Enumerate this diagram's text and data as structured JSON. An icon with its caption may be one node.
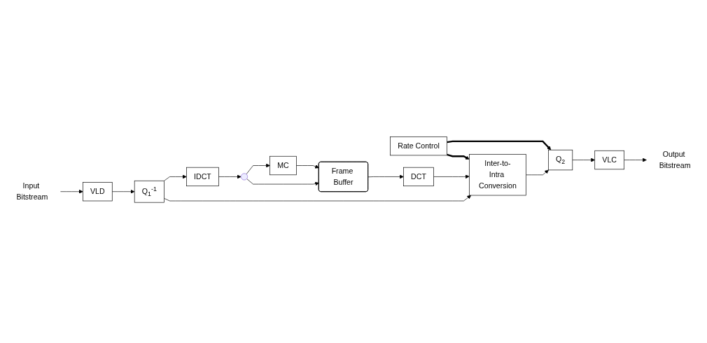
{
  "diagram": {
    "nodes": [
      {
        "text": [
          "Input Bitstream"
        ]
      },
      {
        "text": [
          "VLD"
        ]
      },
      {
        "text": [
          "Q$_{1}$$^{-1}$"
        ]
      },
      {
        "text": [
          "Rate Control"
        ]
      },
      {
        "text": [
          "Inter-to-Intra Conversion"
        ]
      },
      {
        "text": [
          "Q$_{2}$"
        ]
      },
      {
        "text": [
          "VLC"
        ]
      },
      {
        "text": [
          "Output Bitstream"
        ]
      },
      {
        "text": [
          "IDCT"
        ]
      },
      {
        "text": [
          "DCT"
        ]
      },
      {
        "text": [],
        "shape": "circle"
      },
      {
        "text": [
          "Frame Buffer"
        ]
      },
      {
        "text": [
          "MC"
        ]
      }
    ],
    "edges": [
      {
        "from": 0,
        "to": 1,
        "arrow": "to"
      },
      {
        "from": 1,
        "to": 2,
        "arrow": "to"
      },
      {
        "from": 2,
        "to": 4,
        "arrow": "to"
      },
      {
        "from": 4,
        "to": 5,
        "arrow": "to"
      },
      {
        "from": 5,
        "to": 6,
        "arrow": "to"
      },
      {
        "from": 6,
        "to": 7,
        "arrow": "to"
      },
      {
        "from": 3,
        "to": 4,
        "arrow": "to",
        "style": "thick"
      },
      {
        "from": 3,
        "to": 5,
        "arrow": "to",
        "style": "thick"
      },
      {
        "from": 2,
        "to": 8,
        "arrow": "to"
      },
      {
        "from": 8,
        "to": 10,
        "arrow": "to"
      },
      {
        "from": 10,
        "to": 11,
        "arrow": "to"
      },
      {
        "from": 10,
        "to": 12,
        "arrow": "to"
      },
      {
        "from": 12,
        "to": 11,
        "arrow": "to"
      },
      {
        "from": 11,
        "to": 9,
        "arrow": "to"
      },
      {
        "from": 9,
        "to": 4,
        "arrow": "to"
      }
    ]
  }
}
